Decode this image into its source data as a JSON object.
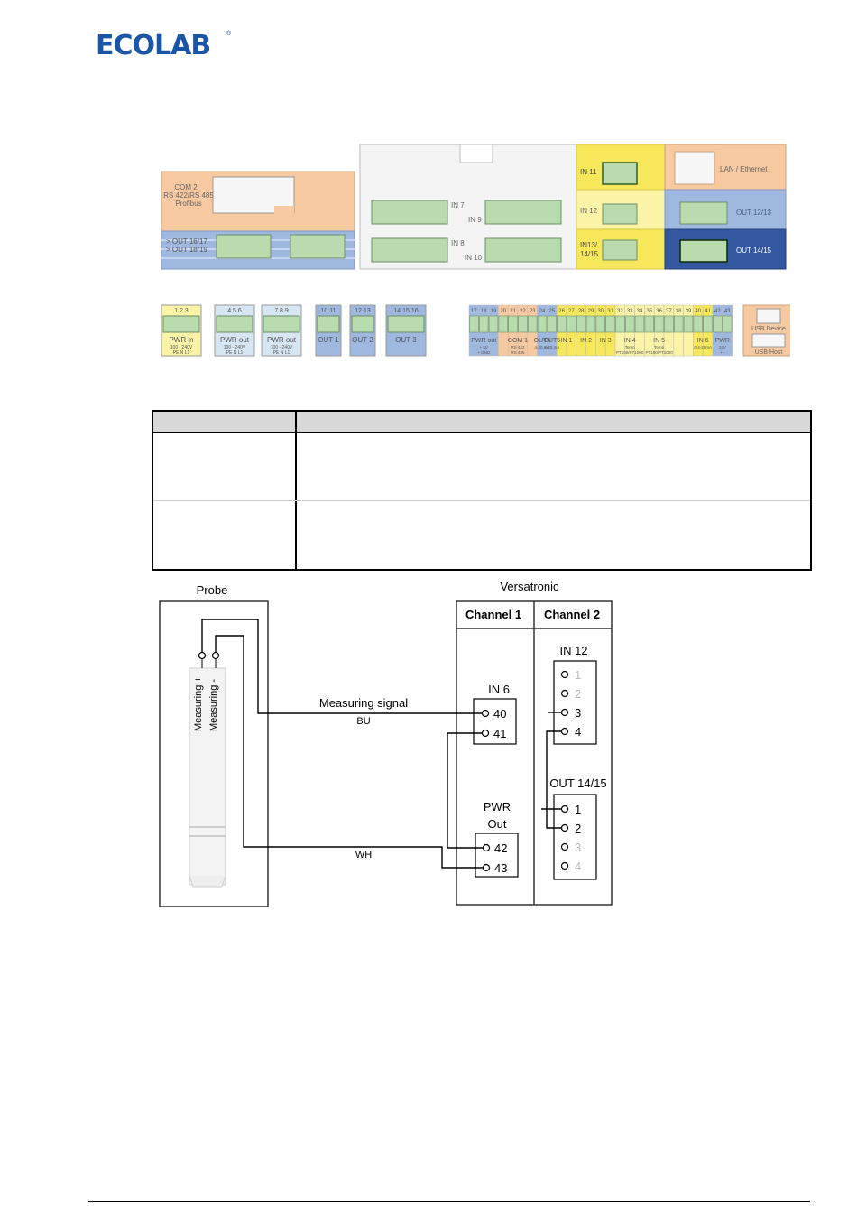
{
  "logo": {
    "text": "ECOLAB",
    "mark": "®"
  },
  "board": {
    "top_blocks": {
      "com2": [
        "COM 2",
        "RS 422/RS 485",
        "Profibus"
      ],
      "out_left": [
        "> OUT 16/17",
        "> OUT 18/19"
      ],
      "in7": "IN 7",
      "in9": "IN 9",
      "in8": "IN 8",
      "in10": "IN 10",
      "in11": "IN 11",
      "in12": "IN 12",
      "in1315": [
        "IN13/",
        "14/15"
      ],
      "lan": "LAN / Ethernet",
      "out1213": "OUT 12/13",
      "out1415": "OUT 14/15"
    },
    "bottom_blocks": [
      {
        "nums": "1  2  3",
        "label": "PWR in",
        "sub": "100 - 240V",
        "sub2": "PE  N  L1"
      },
      {
        "nums": "4  5  6",
        "label": "PWR out",
        "sub": "100 - 240V",
        "sub2": "PE  N  L1"
      },
      {
        "nums": "7  8  9",
        "label": "PWR out",
        "sub": "100 - 240V",
        "sub2": "PE  N  L1"
      },
      {
        "nums": "10 11",
        "label": "OUT 1"
      },
      {
        "nums": "12 13",
        "label": "OUT 2"
      },
      {
        "nums": "14 15 16",
        "label": "OUT 3"
      }
    ],
    "strip_numbers": [
      "17",
      "18",
      "19",
      "20",
      "21",
      "22",
      "23",
      "24",
      "25",
      "26",
      "27",
      "28",
      "29",
      "30",
      "31",
      "32",
      "33",
      "34",
      "35",
      "36",
      "37",
      "38",
      "39",
      "40",
      "41",
      "42",
      "43"
    ],
    "strip_labels": [
      {
        "label": "PWR out",
        "sub": "+ 5V",
        "sub2": "+ GND"
      },
      {
        "label": "COM 1",
        "sub": "RS 422",
        "sub2": "RS 485"
      },
      {
        "label": "OUT4",
        "sub": "4-20 mA"
      },
      {
        "label": "OUT5",
        "sub": "4-20 mA"
      },
      {
        "label": "IN 1"
      },
      {
        "label": "IN 2"
      },
      {
        "label": "IN 3"
      },
      {
        "label": "IN 4",
        "sub": "Temp",
        "sub2": "PT100/PT1000"
      },
      {
        "label": "IN 5",
        "sub": "Temp",
        "sub2": "PT100/PT1000"
      },
      {
        "label": "IN 6",
        "sub": "0/4-20mA"
      },
      {
        "label": "PWR",
        "sub": "24V",
        "sub2": "+  -"
      }
    ],
    "usb": [
      "USB Device",
      "USB Host"
    ],
    "colors": {
      "orange": "#f7c9a0",
      "blue": "#9fb8e0",
      "dark_blue": "#33589f",
      "yellow": "#f7e85b",
      "light_yellow": "#fbf3a6",
      "terminal_green": "#b9dcaf",
      "gray_panel": "#f4f4f4"
    }
  },
  "wiring": {
    "probe_title": "Probe",
    "measuring_plus": "Measuring +",
    "measuring_minus": "Measuring -",
    "versatronic_title": "Versatronic",
    "channel1": "Channel 1",
    "channel2": "Channel 2",
    "in6": "IN 6",
    "t40": "40",
    "t41": "41",
    "pwr": "PWR",
    "out": "Out",
    "t42": "42",
    "t43": "43",
    "in12": "IN 12",
    "in12_terms": [
      "1",
      "2",
      "3",
      "4"
    ],
    "out1415": "OUT 14/15",
    "out_terms": [
      "1",
      "2",
      "3",
      "4"
    ],
    "measuring_signal": "Measuring signal",
    "bu": "BU",
    "wh": "WH"
  }
}
